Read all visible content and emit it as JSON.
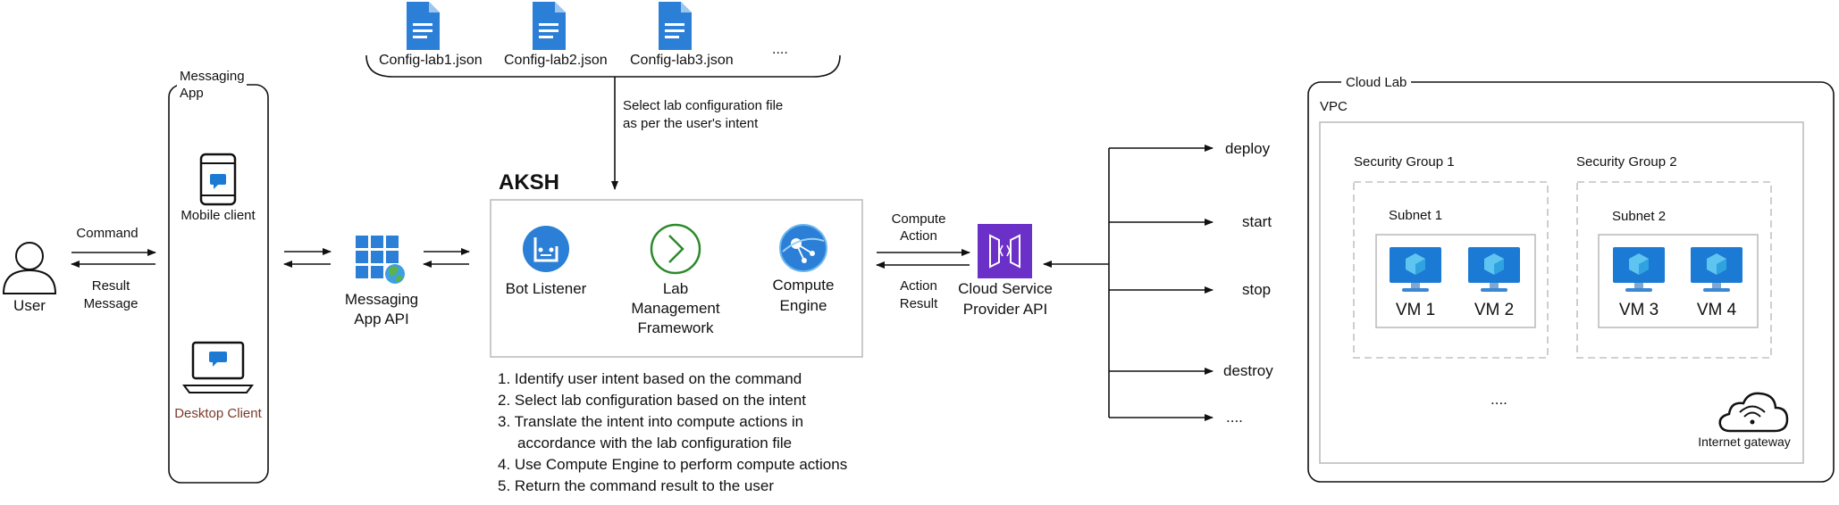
{
  "config_files": [
    "Config-lab1.json",
    "Config-lab2.json",
    "Config-lab3.json",
    "...."
  ],
  "select_note": [
    "Select lab configuration file",
    "as per the user's intent"
  ],
  "user_label": "User",
  "command_label": "Command",
  "result_message": [
    "Result",
    "Message"
  ],
  "messaging_app": {
    "title": [
      "Messaging",
      "App"
    ],
    "mobile": "Mobile client",
    "desktop": "Desktop Client"
  },
  "messaging_api": [
    "Messaging",
    "App API"
  ],
  "aksh": {
    "title": "AKSH",
    "bot_listener": "Bot Listener",
    "lab_mgmt": [
      "Lab",
      "Management",
      "Framework"
    ],
    "compute_engine": [
      "Compute",
      "Engine"
    ]
  },
  "steps": [
    "1. Identify user intent based on the command",
    "2. Select lab configuration based on the intent",
    "3. Translate the intent into compute actions in",
    "accordance with the lab configuration file",
    "4. Use Compute Engine to perform compute actions",
    "5. Return the command result to the user"
  ],
  "compute_action": [
    "Compute",
    "Action"
  ],
  "action_result": [
    "Action",
    "Result"
  ],
  "csp_api": [
    "Cloud Service",
    "Provider API"
  ],
  "actions": [
    "deploy",
    "start",
    "stop",
    "destroy",
    "...."
  ],
  "cloud_lab": {
    "title": "Cloud Lab",
    "vpc": "VPC",
    "sg1": "Security Group 1",
    "sg2": "Security Group 2",
    "subnet1": "Subnet 1",
    "subnet2": "Subnet 2",
    "vms": [
      "VM 1",
      "VM 2",
      "VM 3",
      "VM 4"
    ],
    "ellipsis": "....",
    "gateway": "Internet gateway"
  },
  "colors": {
    "azure": "#1b7ad4",
    "vm_light": "#5fc4f0",
    "purple": "#6b30c8",
    "green": "#2c8a2c",
    "desktop_label": "#7a3a2a"
  }
}
